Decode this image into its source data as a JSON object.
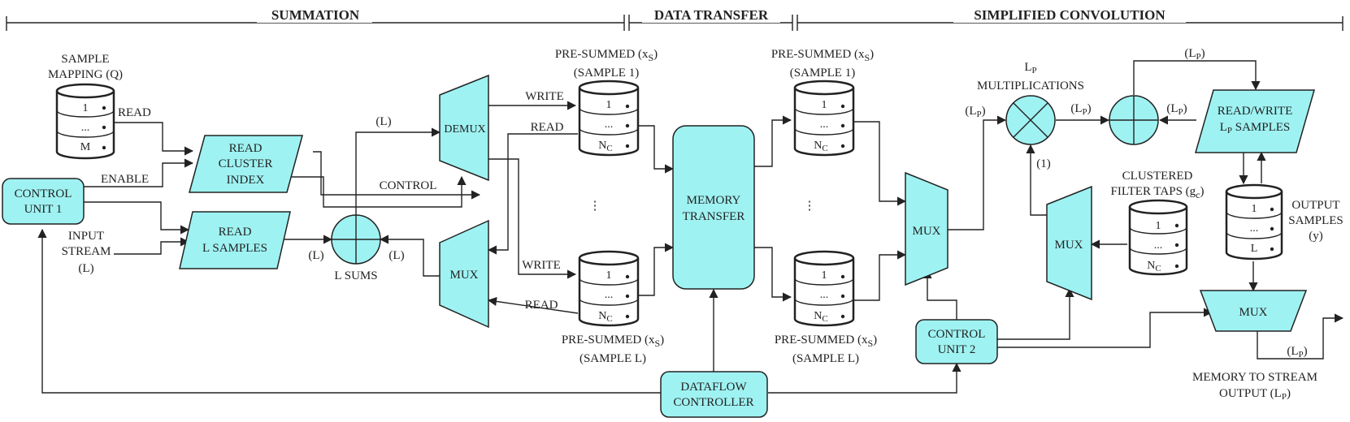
{
  "sections": {
    "summation": "SUMMATION",
    "data_transfer": "DATA TRANSFER",
    "simplified_convolution": "SIMPLIFIED CONVOLUTION"
  },
  "blocks": {
    "control_unit_1": [
      "CONTROL",
      "UNIT 1"
    ],
    "read_cluster_index": [
      "READ",
      "CLUSTER",
      "INDEX"
    ],
    "read_l_samples": [
      "READ",
      "L SAMPLES"
    ],
    "demux": "DEMUX",
    "mux": "MUX",
    "memory_transfer": [
      "MEMORY",
      "TRANSFER"
    ],
    "dataflow_controller": [
      "DATAFLOW",
      "CONTROLLER"
    ],
    "control_unit_2": [
      "CONTROL",
      "UNIT 2"
    ],
    "read_write": [
      "READ/WRITE",
      "L",
      "P",
      "SAMPLES"
    ]
  },
  "memories": {
    "sample_mapping": {
      "title": [
        "SAMPLE",
        "MAPPING (Q)"
      ],
      "rows": [
        "1",
        "...",
        "M"
      ]
    },
    "pre_summed_1": {
      "title": [
        "PRE-SUMMED (x",
        "S",
        ")",
        "(SAMPLE 1)"
      ],
      "rows": [
        "1",
        "...",
        "N",
        "C"
      ]
    },
    "pre_summed_l": {
      "title": [
        "PRE-SUMMED (x",
        "S",
        ")",
        "(SAMPLE L)"
      ],
      "rows": [
        "1",
        "...",
        "N",
        "C"
      ]
    },
    "clustered_filter_taps": {
      "title": [
        "CLUSTERED",
        "FILTER TAPS (g",
        "c",
        ")"
      ],
      "rows": [
        "1",
        "...",
        "N",
        "C"
      ]
    },
    "output_samples": {
      "title": [
        "OUTPUT",
        "SAMPLES",
        "(y)"
      ],
      "rows": [
        "1",
        "...",
        "L"
      ]
    }
  },
  "operators": {
    "l_sums": "L SUMS",
    "lp_multiplications": [
      "L",
      "P",
      "MULTIPLICATIONS"
    ]
  },
  "signals": {
    "read": "READ",
    "write": "WRITE",
    "enable": "ENABLE",
    "control": "CONTROL",
    "input_stream": [
      "INPUT",
      "STREAM",
      "(L)"
    ],
    "l_paren": "(L)",
    "one_paren": "(1)",
    "lp": [
      "(L",
      "P",
      ")"
    ],
    "vdots": "⋮",
    "memory_to_stream": [
      "MEMORY TO STREAM",
      "OUTPUT (L",
      "P",
      ")"
    ]
  }
}
